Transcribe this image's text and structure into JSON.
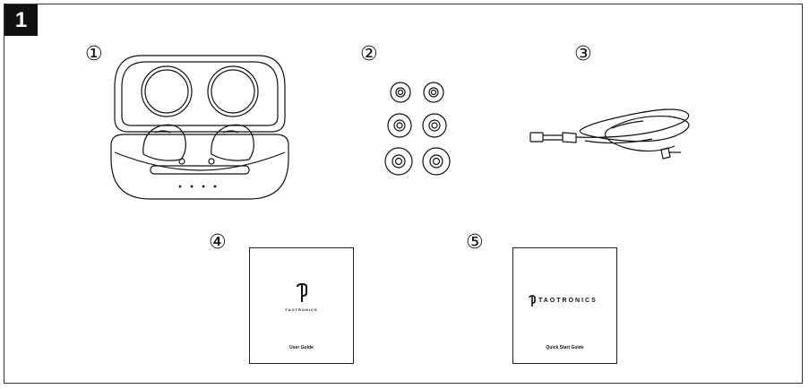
{
  "step_number": "1",
  "items": [
    {
      "number": "①"
    },
    {
      "number": "②"
    },
    {
      "number": "③"
    },
    {
      "number": "④",
      "brand": "TAOTRONICS",
      "label": "User Guide"
    },
    {
      "number": "⑤",
      "brand": "TAOTRONICS",
      "label": "Quick Start Guide"
    }
  ]
}
